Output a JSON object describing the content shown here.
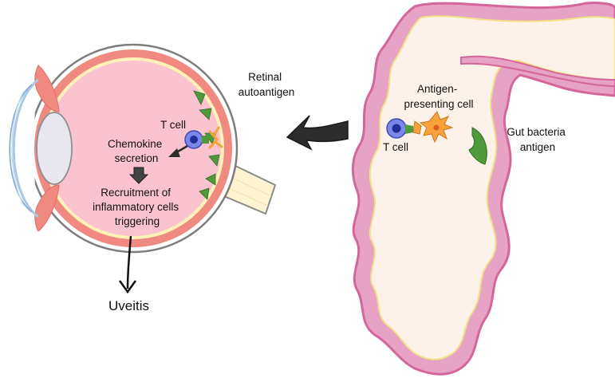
{
  "labels": {
    "retinal_autoantigen": [
      "Retinal",
      "autoantigen"
    ],
    "eye_t_cell": "T cell",
    "chemokine_secretion": [
      "Chemokine",
      "secretion"
    ],
    "recruitment": [
      "Recruitment of",
      "inflammatory cells",
      "triggering"
    ],
    "uveitis": "Uveitis",
    "antigen_presenting_cell": [
      "Antigen-",
      "presenting cell"
    ],
    "gut_t_cell": "T cell",
    "gut_bacteria_antigen": [
      "Gut bacteria",
      "antigen"
    ]
  },
  "colors": {
    "retina_pink": "#fbc2d0",
    "sclera_red": "#f08a80",
    "gut_wall": "#e7a3c6",
    "gut_border": "#d4669c",
    "gut_lumen": "#fdf2ea",
    "antigen_green": "#4f9b3b",
    "t_cell_blue": "#7b86e8",
    "apc_orange": "#f7a23a",
    "arrow_dark": "#2c2c2c"
  }
}
